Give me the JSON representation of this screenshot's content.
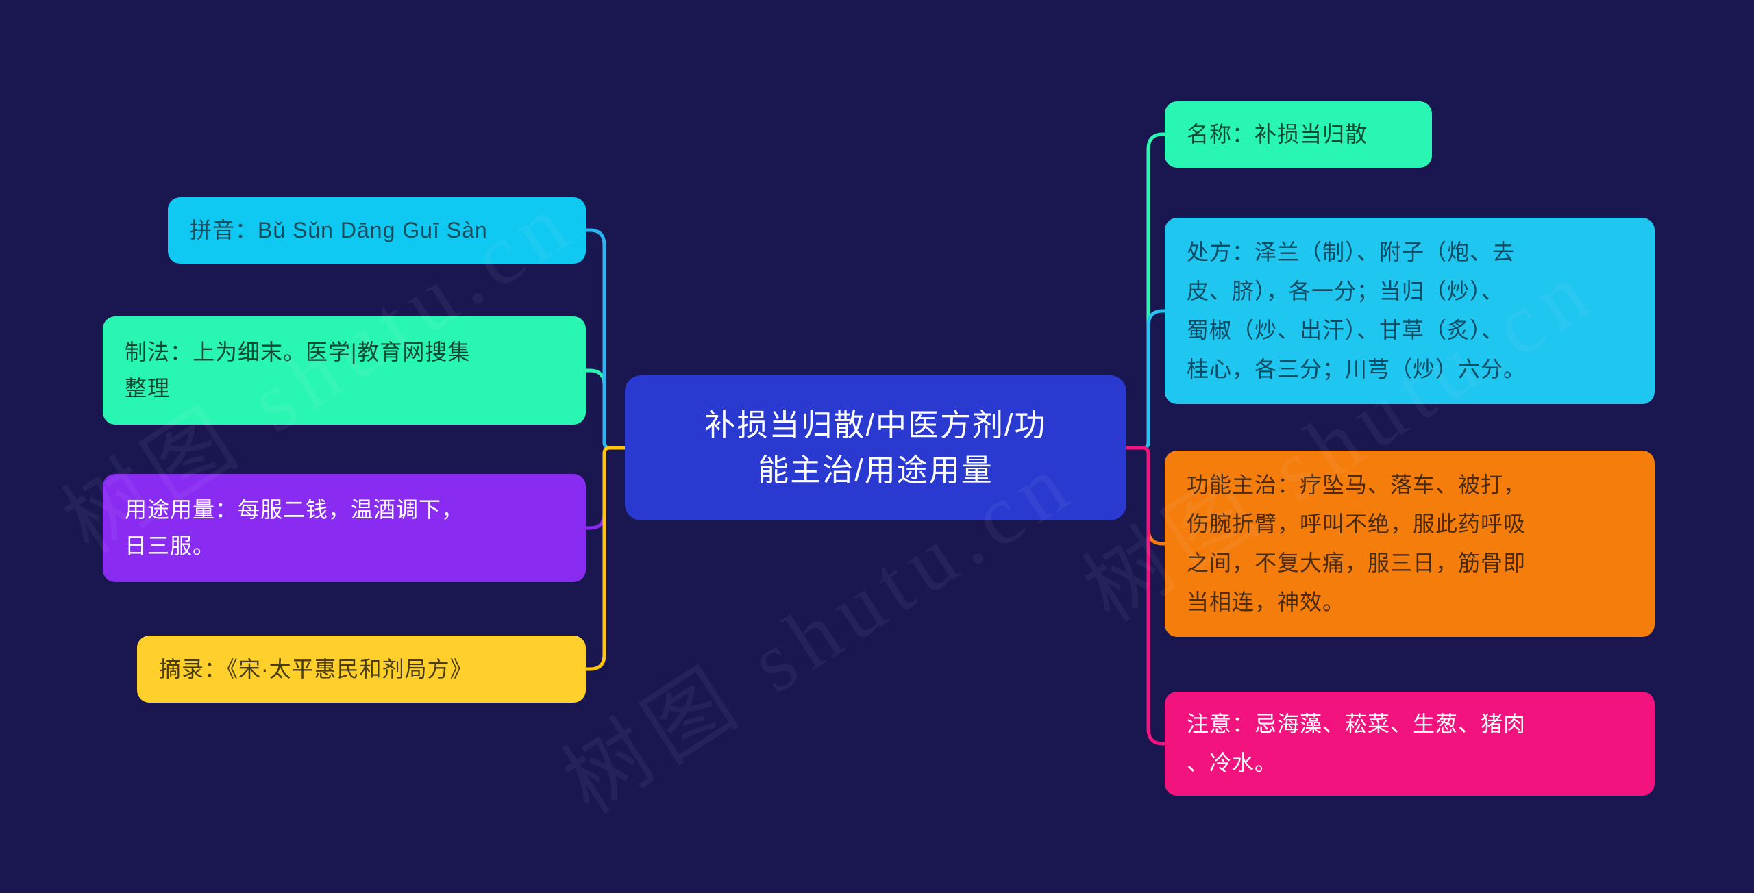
{
  "canvas": {
    "background": "#191650",
    "watermark": "树图 shutu.cn"
  },
  "root": {
    "text": "补损当归散/中医方剂/功\n能主治/用途用量",
    "bg": "#2A39D0",
    "color": "#FFFFFF"
  },
  "left_branches": [
    {
      "id": "pinyin",
      "text": "拼音：Bǔ Sǔn Dāng Guī Sàn",
      "bg": "#10C9F2",
      "color": "#174C5D",
      "line": "#2AB4F0"
    },
    {
      "id": "zhifa",
      "text": "制法：上为细末。医学|教育网搜集\n整理",
      "bg": "#2AF6B3",
      "color": "#0C4A33",
      "line": "#2AF6B3"
    },
    {
      "id": "yongtuyongliang",
      "text": "用途用量：每服二钱，温酒调下，\n日三服。",
      "bg": "#8A2BF2",
      "color": "#FFFFFF",
      "line": "#8A2BF2"
    },
    {
      "id": "zhailu",
      "text": "摘录：《宋·太平惠民和剂局方》",
      "bg": "#FFD02C",
      "color": "#4A3D12",
      "line": "#FFC60D"
    }
  ],
  "right_branches": [
    {
      "id": "mingcheng",
      "text": "名称：补损当归散",
      "bg": "#2AF6B3",
      "color": "#0C4A33",
      "line": "#2AF6B3"
    },
    {
      "id": "chufang",
      "text": "处方：泽兰（制）、附子（炮、去\n皮、脐），各一分；当归（炒）、\n蜀椒（炒、出汗）、甘草（炙）、\n桂心，各三分；川芎（炒）六分。",
      "bg": "#1EC6F0",
      "color": "#0D4B63",
      "line": "#28C2F0"
    },
    {
      "id": "gongnengzhuzhi",
      "text": "功能主治：疗坠马、落车、被打，\n伤腕折臂，呼叫不绝，服此药呼吸\n之间，不复大痛，服三日，筋骨即\n当相连，神效。",
      "bg": "#F57D0C",
      "color": "#4A2B0C",
      "line": "#F57D0C"
    },
    {
      "id": "zhuyi",
      "text": "注意：忌海藻、菘菜、生葱、猪肉\n、冷水。",
      "bg": "#F2137F",
      "color": "#FFFFFF",
      "line": "#F2137F"
    }
  ]
}
